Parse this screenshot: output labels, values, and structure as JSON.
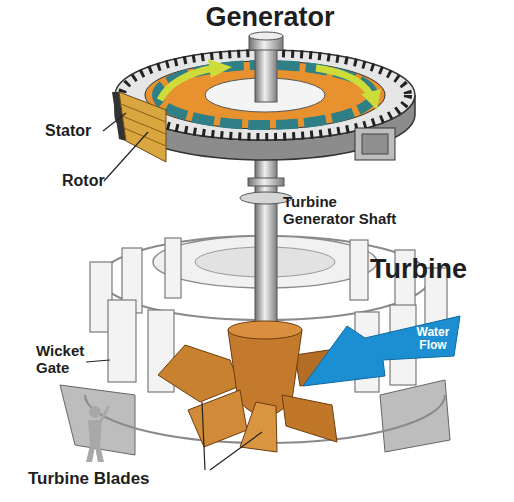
{
  "diagram": {
    "nodes": [
      {
        "text": [
          "Water Flow"
        ]
      }
    ],
    "labels": [
      "Generator",
      "Stator",
      "Rotor",
      "Turbine Generator Shaft",
      "Turbine",
      "Wicket Gate",
      "Turbine Blades"
    ]
  }
}
